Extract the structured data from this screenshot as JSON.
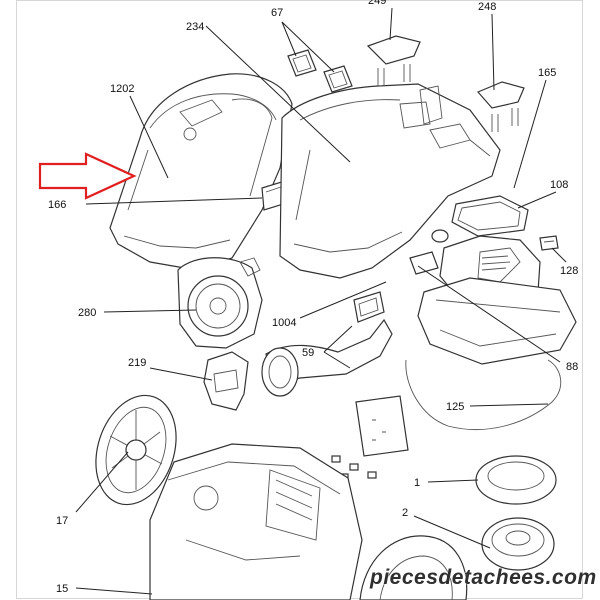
{
  "diagram": {
    "callouts": {
      "c1202": "1202",
      "c234": "234",
      "c67": "67",
      "c249": "249",
      "c248": "248",
      "c165": "165",
      "c108": "108",
      "c166": "166",
      "c128": "128",
      "c280": "280",
      "c1004": "1004",
      "c88": "88",
      "c59": "59",
      "c219": "219",
      "c125": "125",
      "c1": "1",
      "c17": "17",
      "c2": "2",
      "c15": "15"
    },
    "highlight_arrow_color": "#e02020",
    "line_color": "#222222"
  },
  "watermark": {
    "text": "piecesdetachees.com"
  }
}
